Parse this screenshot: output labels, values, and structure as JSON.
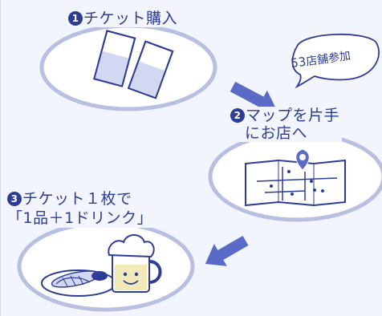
{
  "steps": [
    {
      "number": "1",
      "title": "チケット購入"
    },
    {
      "number": "2",
      "title_line1": "マップを片手",
      "title_line2": "にお店へ"
    },
    {
      "number": "3",
      "title_line1": "チケット１枚で",
      "title_line2": "「1品＋1ドリンク」"
    }
  ],
  "badge": {
    "count": "53",
    "label": "店舗参加"
  },
  "colors": {
    "primary": "#2d3c95",
    "ellipse_stroke": "#b9bfe0",
    "ellipse_fill": "#ffffff",
    "arrow": "#5a6bc7",
    "background": "#f2f5fd"
  }
}
